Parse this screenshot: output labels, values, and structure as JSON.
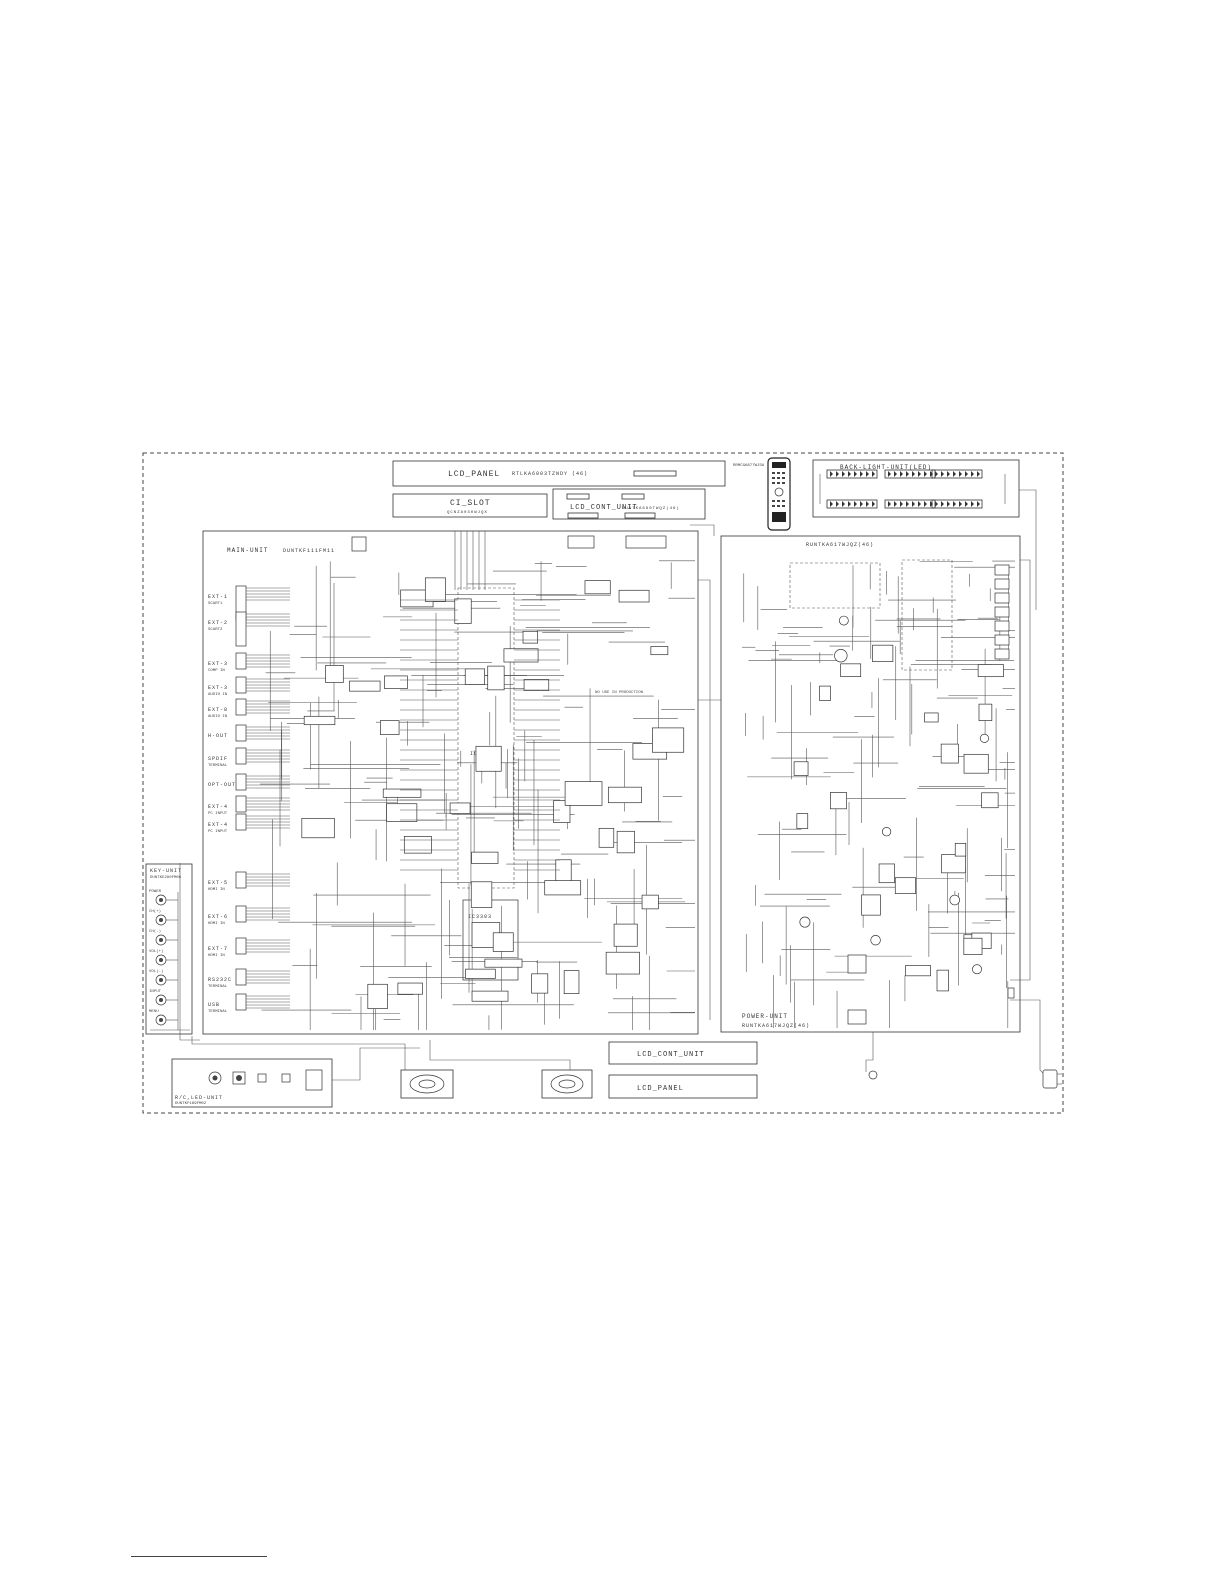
{
  "diagram": {
    "labels": {
      "lcd_panel_top": "LCD_PANEL",
      "lcd_panel_top_part": "RTLKA6003TZNDY (46)",
      "ci_slot": "CI_SLOT",
      "ci_slot_part": "QCNZA030WJQX",
      "lcd_cont_unit_top": "LCD_CONT_UNIT",
      "lcd_cont_unit_top_part": "DUNTKA690TWQZ(46)",
      "remote_part": "RRMCGA877WJSA",
      "back_light_unit": "BACK-LIGHT-UNIT(LED)",
      "main_unit": "MAIN-UNIT",
      "main_unit_part": "DUNTKF111FM11",
      "power_unit_top_part": "RUNTKA617WJQZ(46)",
      "power_unit": "POWER-UNIT",
      "power_unit_part": "RUNTKA617WJQZ(46)",
      "key_unit": "KEY-UNIT",
      "key_unit_part": "DUNTKE280FM06",
      "rc_led_unit": "R/C,LED-UNIT",
      "rc_led_unit_part": "DUNTKF169FM02",
      "lcd_cont_unit_bottom": "LCD_CONT_UNIT",
      "lcd_panel_bottom": "LCD_PANEL",
      "no_use_note": "NO USE IN PRODUCTION",
      "ic3303": "IC3303",
      "ic3303_b": "IC3303"
    },
    "inputs": [
      {
        "name": "EXT-1",
        "sub": "SCART1"
      },
      {
        "name": "EXT-2",
        "sub": "SCART2"
      },
      {
        "name": "EXT-3",
        "sub": "COMP IN"
      },
      {
        "name": "EXT-3",
        "sub": "AUDIO IN"
      },
      {
        "name": "EXT-8",
        "sub": "AUDIO IN"
      },
      {
        "name": "H-OUT",
        "sub": ""
      },
      {
        "name": "SPDIF",
        "sub": "TERMINAL"
      },
      {
        "name": "OPT-OUT",
        "sub": ""
      },
      {
        "name": "EXT-4",
        "sub": "PC INPUT"
      },
      {
        "name": "EXT-4",
        "sub": "PC INPUT"
      },
      {
        "name": "EXT-5",
        "sub": "HDMI IN"
      },
      {
        "name": "EXT-6",
        "sub": "HDMI IN"
      },
      {
        "name": "EXT-7",
        "sub": "HDMI IN"
      },
      {
        "name": "RS232C",
        "sub": "TERMINAL"
      },
      {
        "name": "USB",
        "sub": "TERMINAL"
      }
    ],
    "key_buttons": [
      "POWER",
      "CH(+)",
      "CH(-)",
      "VOL(+)",
      "VOL(-)",
      "INPUT",
      "MENU"
    ]
  }
}
